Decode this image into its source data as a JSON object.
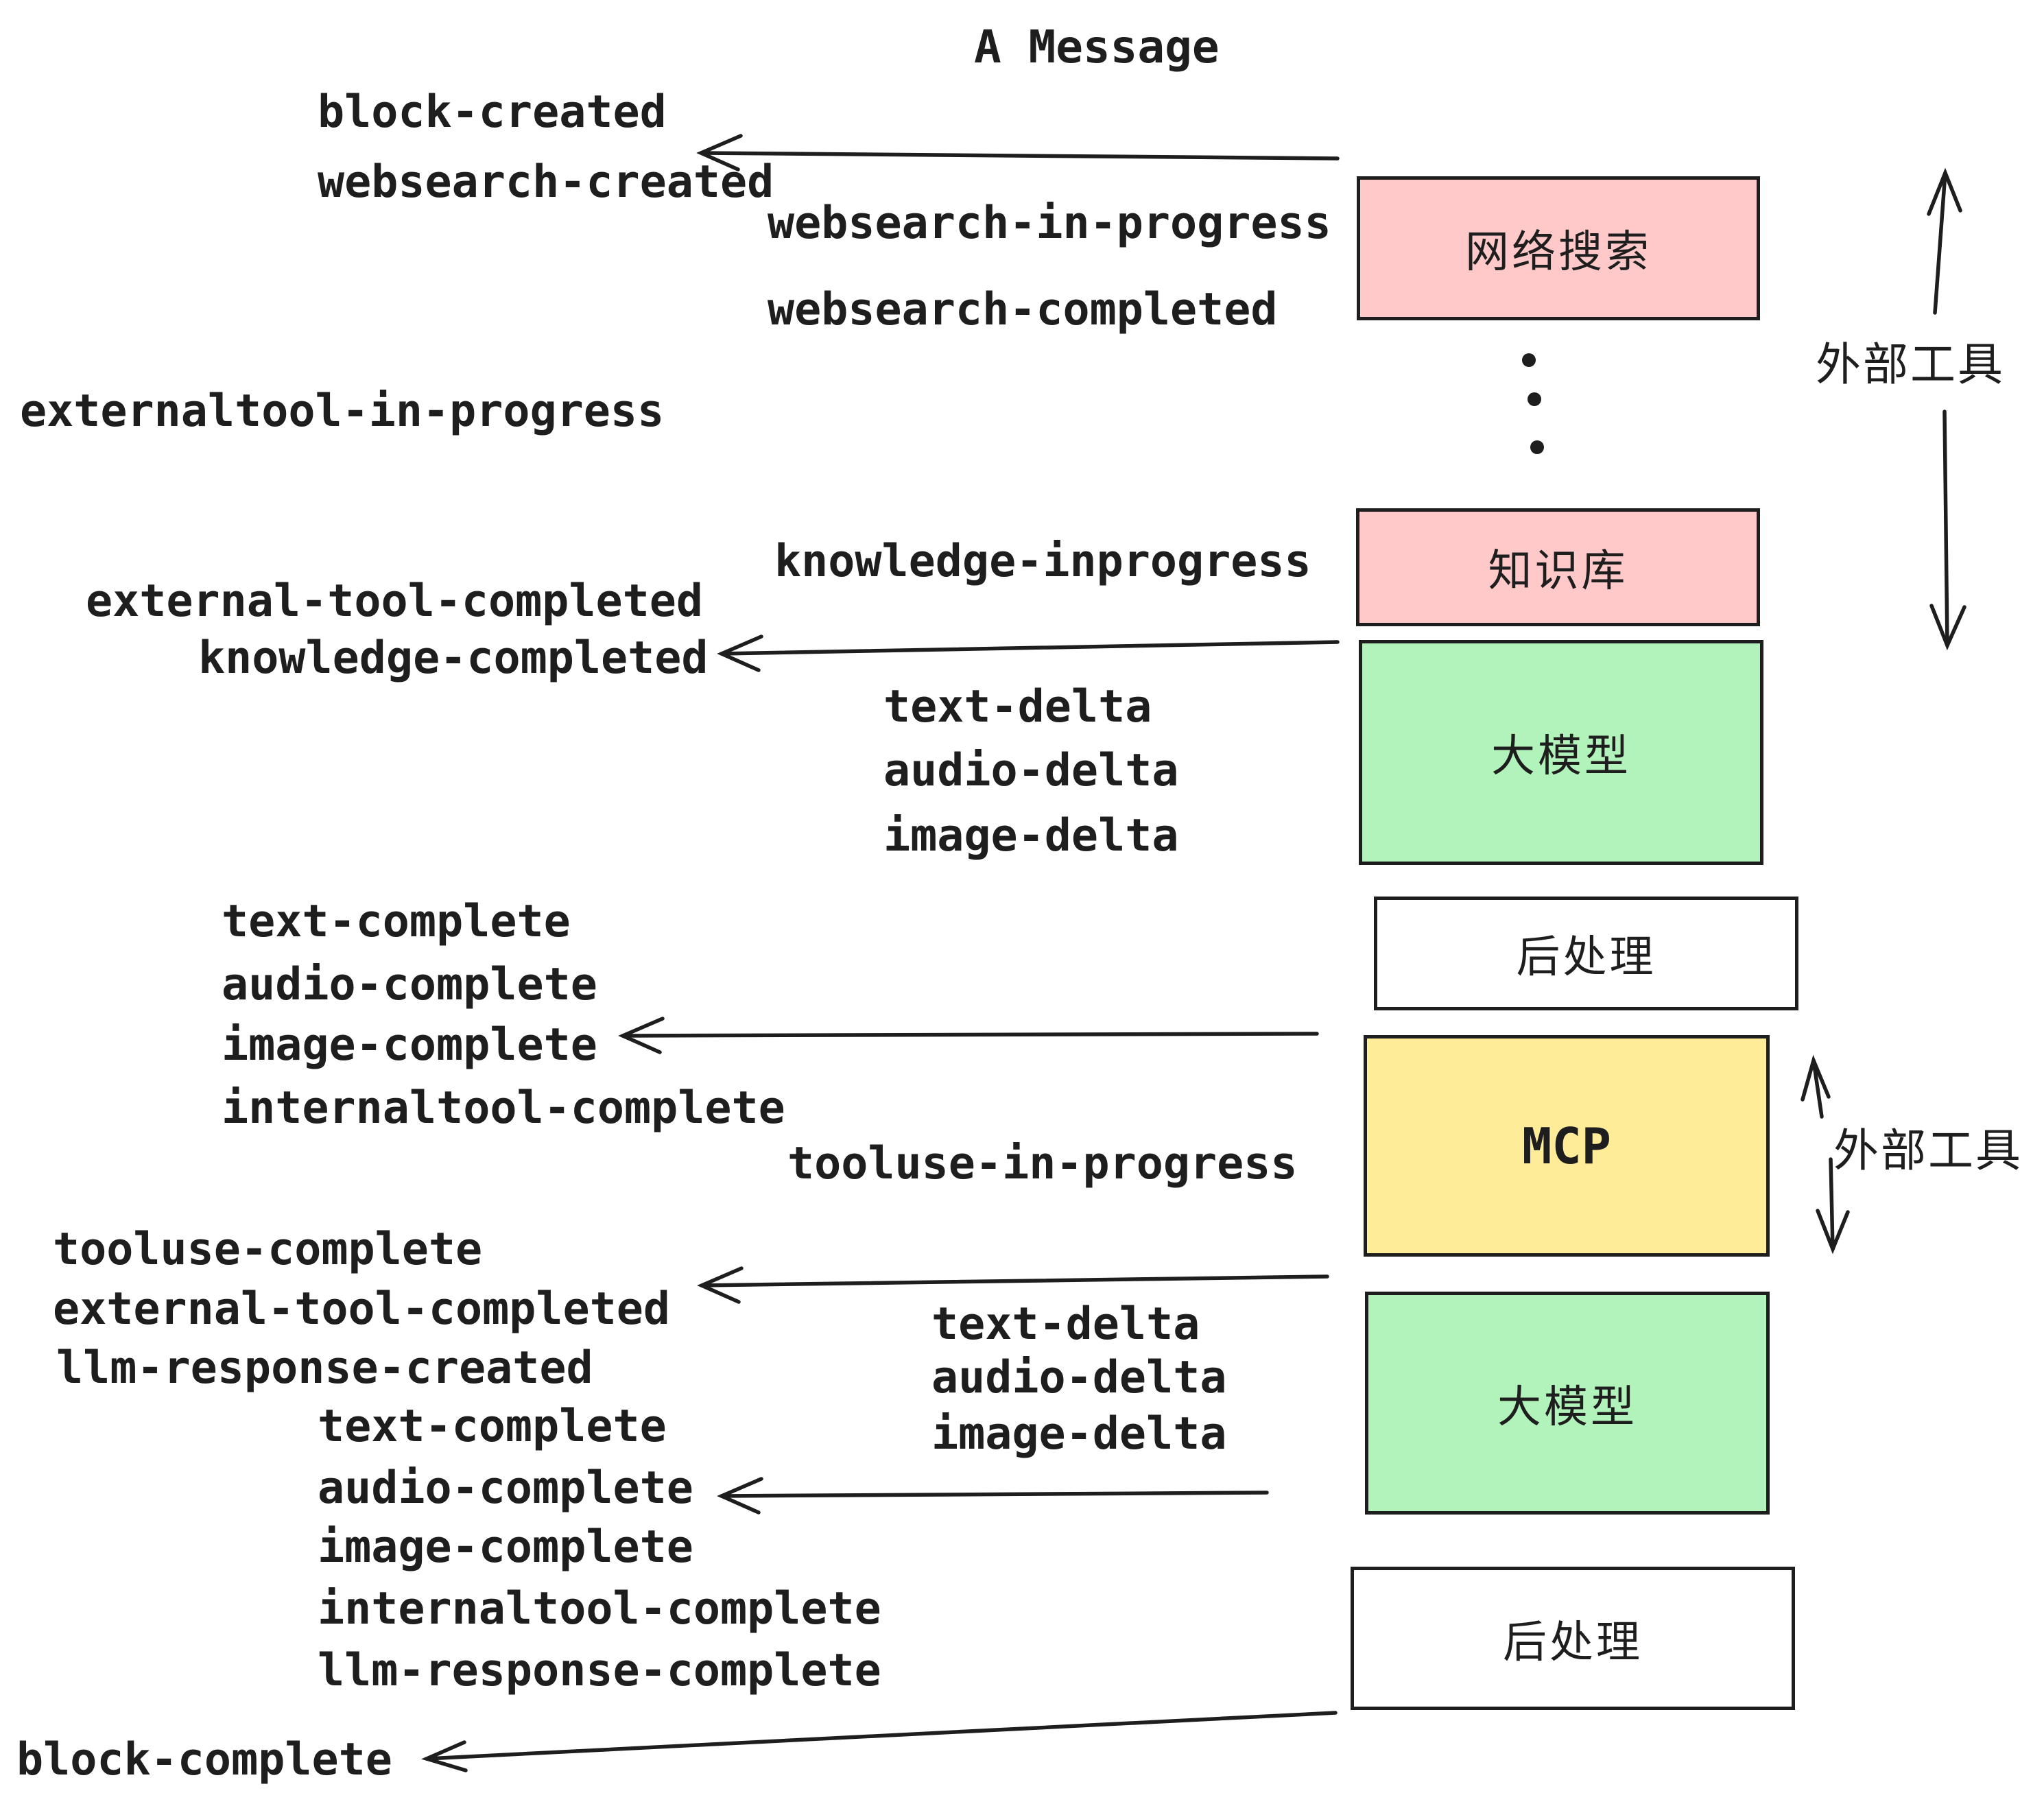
{
  "title": "A Message",
  "events": {
    "block_created": "block-created",
    "websearch_created": "websearch-created",
    "websearch_in_progress": "websearch-in-progress",
    "websearch_completed": "websearch-completed",
    "externaltool_in_progress": "externaltool-in-progress",
    "knowledge_inprogress": "knowledge-inprogress",
    "external_tool_completed_1": "external-tool-completed",
    "knowledge_completed": "knowledge-completed",
    "text_delta_1": "text-delta",
    "audio_delta_1": "audio-delta",
    "image_delta_1": "image-delta",
    "text_complete_1": "text-complete",
    "audio_complete_1": "audio-complete",
    "image_complete_1": "image-complete",
    "internaltool_complete_1": "internaltool-complete",
    "tooluse_in_progress": "tooluse-in-progress",
    "tooluse_complete": "tooluse-complete",
    "external_tool_completed_2": "external-tool-completed",
    "llm_response_created": "llm-response-created",
    "text_delta_2": "text-delta",
    "audio_delta_2": "audio-delta",
    "image_delta_2": "image-delta",
    "text_complete_2": "text-complete",
    "audio_complete_2": "audio-complete",
    "image_complete_2": "image-complete",
    "internaltool_complete_2": "internaltool-complete",
    "llm_response_complete": "llm-response-complete",
    "block_complete": "block-complete"
  },
  "boxes": [
    {
      "label": "网络搜索",
      "color": "#ffc9c9"
    },
    {
      "label": "知识库",
      "color": "#ffc9c9"
    },
    {
      "label": "大模型",
      "color": "#b2f2bb"
    },
    {
      "label": "后处理",
      "color": "#ffffff"
    },
    {
      "label": "MCP",
      "color": "#ffec99"
    },
    {
      "label": "大模型",
      "color": "#b2f2bb"
    },
    {
      "label": "后处理",
      "color": "#ffffff"
    }
  ],
  "annotations": {
    "external_tools_top": "外部工具",
    "external_tools_mid": "外部工具"
  },
  "colors": {
    "ink": "#1e1e1e",
    "pink": "#ffc9c9",
    "green": "#b2f2bb",
    "yellow": "#ffec99",
    "white": "#ffffff",
    "background": "#ffffff"
  }
}
